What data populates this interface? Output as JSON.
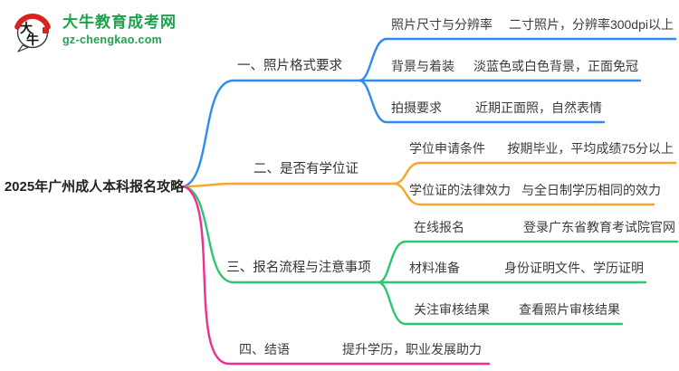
{
  "logo": {
    "title": "大牛教育成考网",
    "domain": "gz-chengkao.com",
    "icon_chars": [
      "大",
      "牛"
    ],
    "green": "#1fa24e",
    "red": "#d6241e"
  },
  "root": {
    "title": "2025年广州成人本科报名攻略"
  },
  "colors": {
    "b1": "#2e8bf0",
    "b2": "#f7a52a",
    "b3": "#2ec571",
    "b4": "#ee2f8f"
  },
  "branches": [
    {
      "label": "一、照片格式要求",
      "rows": [
        {
          "k": "照片尺寸与分辨率",
          "v": "二寸照片，分辨率300dpi以上"
        },
        {
          "k": "背景与着装",
          "v": "淡蓝色或白色背景，正面免冠"
        },
        {
          "k": "拍摄要求",
          "v": "近期正面照，自然表情"
        }
      ]
    },
    {
      "label": "二、是否有学位证",
      "rows": [
        {
          "k": "学位申请条件",
          "v": "按期毕业，平均成绩75分以上"
        },
        {
          "k": "学位证的法律效力",
          "v": "与全日制学历相同的效力"
        }
      ]
    },
    {
      "label": "三、报名流程与注意事项",
      "rows": [
        {
          "k": "在线报名",
          "v": "登录广东省教育考试院官网"
        },
        {
          "k": "材料准备",
          "v": "身份证明文件、学历证明"
        },
        {
          "k": "关注审核结果",
          "v": "查看照片审核结果"
        }
      ]
    },
    {
      "label": "四、结语",
      "inline_value": "提升学历，职业发展助力"
    }
  ]
}
